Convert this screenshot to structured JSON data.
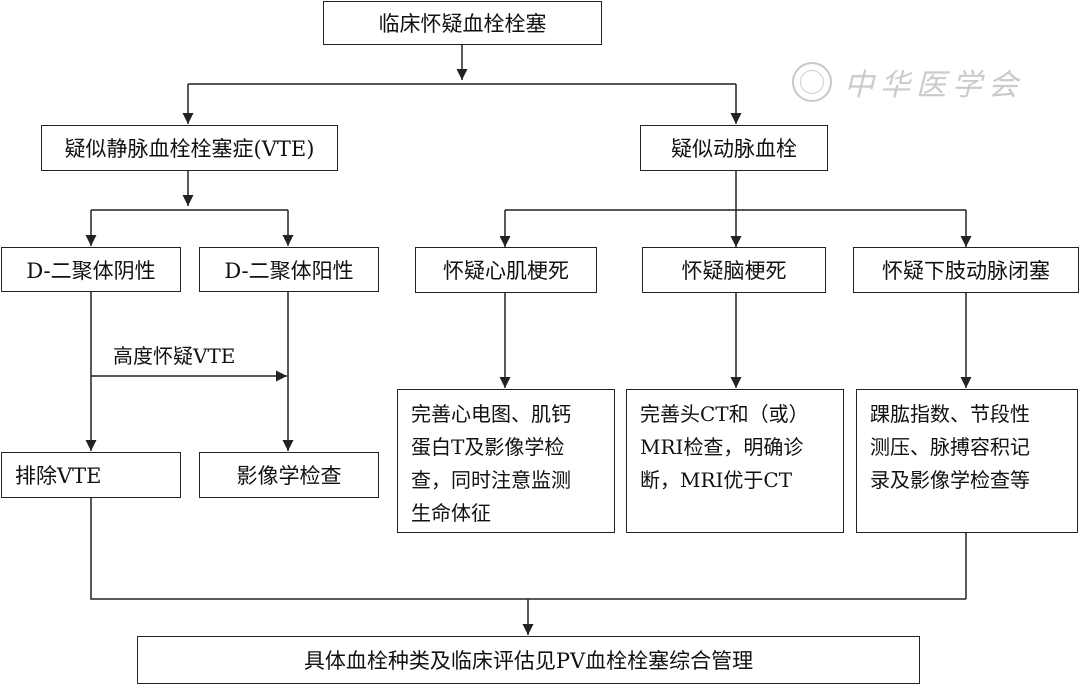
{
  "nodes": {
    "root": "临床怀疑血栓栓塞",
    "vte": "疑似静脉血栓栓塞症(VTE)",
    "arterial": "疑似动脉血栓",
    "d_dimer_negative": "D-二聚体阴性",
    "d_dimer_positive": "D-二聚体阳性",
    "exclude_vte": "排除VTE",
    "imaging": "影像学检查",
    "mi": "怀疑心肌梗死",
    "stroke": "怀疑脑梗死",
    "limb": "怀疑下肢动脉闭塞",
    "mi_detail": [
      "完善心电图、肌钙",
      "蛋白T及影像学检",
      "查，同时注意监测",
      "生命体征"
    ],
    "stroke_detail": [
      "完善头CT和（或）",
      "MRI检查，明确诊",
      "断，MRI优于CT"
    ],
    "limb_detail": [
      "踝肱指数、节段性",
      "测压、脉搏容积记",
      "录及影像学检查等"
    ],
    "final": "具体血栓种类及临床评估见PV血栓栓塞综合管理"
  },
  "edge_labels": {
    "high_suspicion": "高度怀疑VTE"
  },
  "watermark": {
    "text": "中华医学会"
  },
  "colors": {
    "line": "#222222",
    "watermark": "#cbcbcb"
  }
}
